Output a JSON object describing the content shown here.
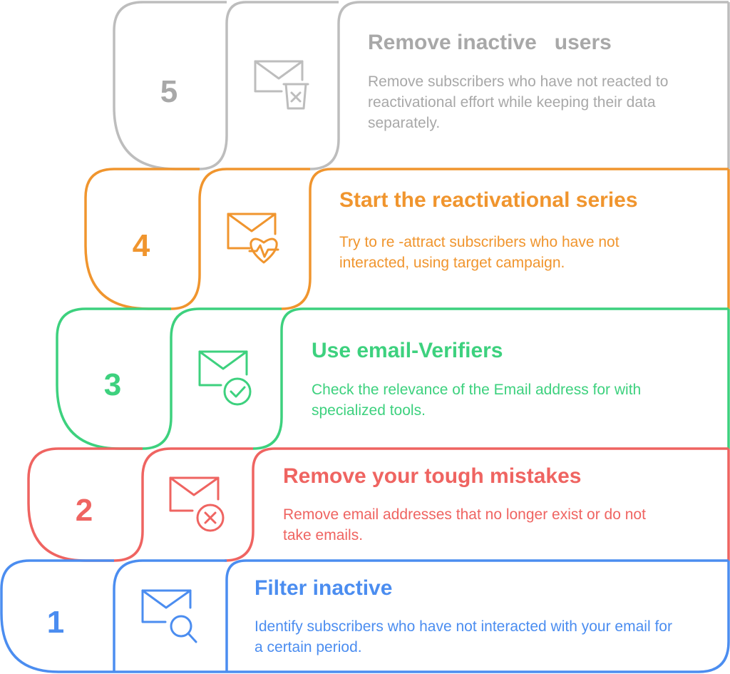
{
  "steps": [
    {
      "number": "5",
      "title": "Remove inactive   users",
      "description": "Remove subscribers who have not reacted to reactivational effort while keeping their data separately.",
      "icon": "mail-delete-icon",
      "color": "#BDBDBD",
      "title_color": "#A8A8A8",
      "desc_color": "#A8A8A8"
    },
    {
      "number": "4",
      "title": "Start the reactivational series",
      "description": "Try to re -attract subscribers who have not interacted, using target campaign.",
      "icon": "mail-heartbeat-icon",
      "color": "#F0952E",
      "title_color": "#F0952E",
      "desc_color": "#F0952E"
    },
    {
      "number": "3",
      "title": "Use email-Verifiers",
      "description": "Check the relevance of the Email address for with specialized tools.",
      "icon": "mail-check-icon",
      "color": "#3DD17E",
      "title_color": "#3DD17E",
      "desc_color": "#3DD17E"
    },
    {
      "number": "2",
      "title": "Remove your tough mistakes",
      "description": "Remove email addresses that no longer exist or do not take emails.",
      "icon": "mail-error-icon",
      "color": "#EF6461",
      "title_color": "#EF6461",
      "desc_color": "#EF6461"
    },
    {
      "number": "1",
      "title": "Filter inactive",
      "description": "Identify subscribers who have not interacted with your email for a certain period.",
      "icon": "mail-search-icon",
      "color": "#4B8DF0",
      "title_color": "#4B8DF0",
      "desc_color": "#4B8DF0"
    }
  ]
}
